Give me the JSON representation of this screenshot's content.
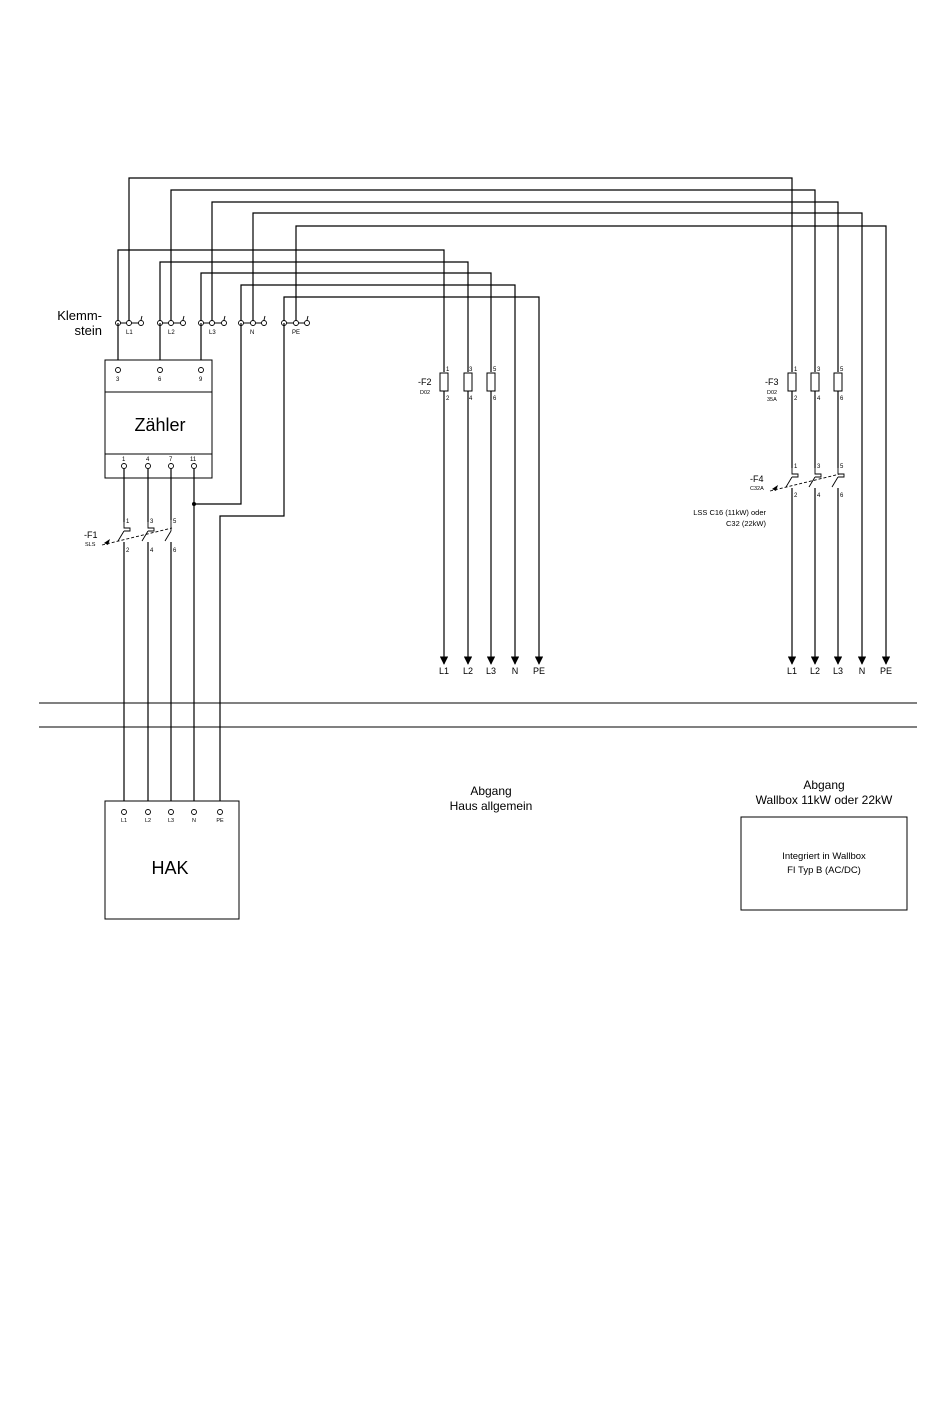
{
  "colors": {
    "line": "#000000",
    "background": "#ffffff"
  },
  "klemmstein": {
    "label_line1": "Klemm-",
    "label_line2": "stein",
    "terminals": [
      "L1",
      "L2",
      "L3",
      "N",
      "PE"
    ]
  },
  "zaehler": {
    "label": "Zähler",
    "top_terminals": [
      "3",
      "6",
      "9"
    ],
    "bottom_terminals": [
      "1",
      "4",
      "7",
      "11"
    ]
  },
  "f1": {
    "id": "-F1",
    "spec": "SLS",
    "top": [
      "1",
      "3",
      "5"
    ],
    "bottom": [
      "2",
      "4",
      "6"
    ]
  },
  "f2": {
    "id": "-F2",
    "spec": "D02",
    "top": [
      "1",
      "3",
      "5"
    ],
    "bottom": [
      "2",
      "4",
      "6"
    ]
  },
  "f3": {
    "id": "-F3",
    "spec1": "D02",
    "spec2": "35A",
    "top": [
      "1",
      "3",
      "5"
    ],
    "bottom": [
      "2",
      "4",
      "6"
    ]
  },
  "f4": {
    "id": "-F4",
    "spec": "C32A",
    "top": [
      "1",
      "3",
      "5"
    ],
    "bottom": [
      "2",
      "4",
      "6"
    ],
    "note_line1": "LSS C16 (11kW) oder",
    "note_line2": "C32 (22kW)"
  },
  "outlet_house": {
    "terminals": [
      "L1",
      "L2",
      "L3",
      "N",
      "PE"
    ],
    "title_line1": "Abgang",
    "title_line2": "Haus allgemein"
  },
  "outlet_wallbox": {
    "terminals": [
      "L1",
      "L2",
      "L3",
      "N",
      "PE"
    ],
    "title_line1": "Abgang",
    "title_line2": "Wallbox 11kW oder 22kW",
    "box_line1": "Integriert in Wallbox",
    "box_line2": "FI Typ B (AC/DC)"
  },
  "hak": {
    "label": "HAK",
    "terminals": [
      "L1",
      "L2",
      "L3",
      "N",
      "PE"
    ]
  }
}
